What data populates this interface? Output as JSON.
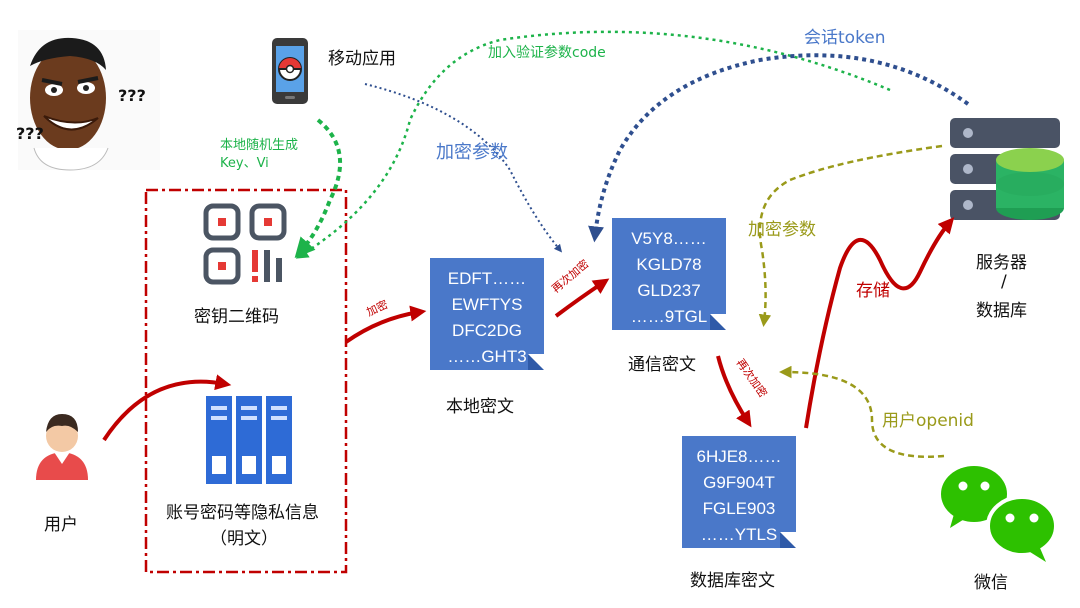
{
  "top_caption": "加入验证参数code",
  "token_label": "会话token",
  "encrypt_param_blue": "加密参数",
  "encrypt_param_olive": "加密参数",
  "local_gen_line1": "本地随机生成",
  "local_gen_line2": "Key、Vi",
  "mobile_app": "移动应用",
  "meme_marks": [
    "???",
    "???"
  ],
  "key_qr_label": "密钥二维码",
  "privacy_label_line1": "账号密码等隐私信息",
  "privacy_label_line2": "（明文）",
  "user_label": "用户",
  "encrypt_arrow_label": "加密",
  "reencrypt_label_1": "再次加密",
  "reencrypt_label_2": "再次加密",
  "store_label": "存储",
  "openid_label": "用户openid",
  "server_label_line1": "服务器",
  "server_label_line2": "/",
  "server_label_line3": "数据库",
  "wechat_label": "微信",
  "docs": {
    "local": {
      "lines": [
        "EDFT……",
        "EWFTYS",
        "DFC2DG",
        "……GHT3"
      ],
      "caption": "本地密文"
    },
    "comm": {
      "lines": [
        "V5Y8……",
        "KGLD78",
        "GLD237",
        "……9TGL"
      ],
      "caption": "通信密文"
    },
    "db": {
      "lines": [
        "6HJE8……",
        "G9F904T",
        "FGLE903",
        "……YTLS"
      ],
      "caption": "数据库密文"
    }
  },
  "colors": {
    "red": "#c00000",
    "green": "#1db34a",
    "navy": "#2f4f8f",
    "olive": "#9a9a1a",
    "doc_blue": "#4a78c9"
  }
}
